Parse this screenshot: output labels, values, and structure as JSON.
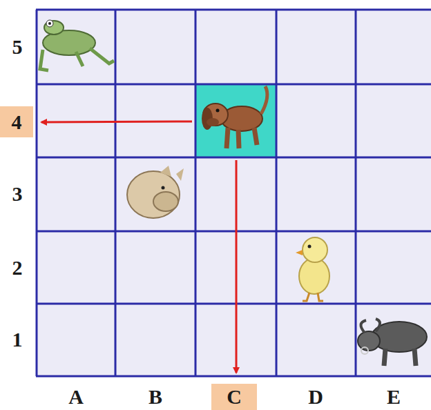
{
  "diagram": {
    "labels": [
      "5",
      "4",
      "3",
      "2",
      "1",
      "A",
      "B",
      "C",
      "D",
      "E"
    ]
  }
}
